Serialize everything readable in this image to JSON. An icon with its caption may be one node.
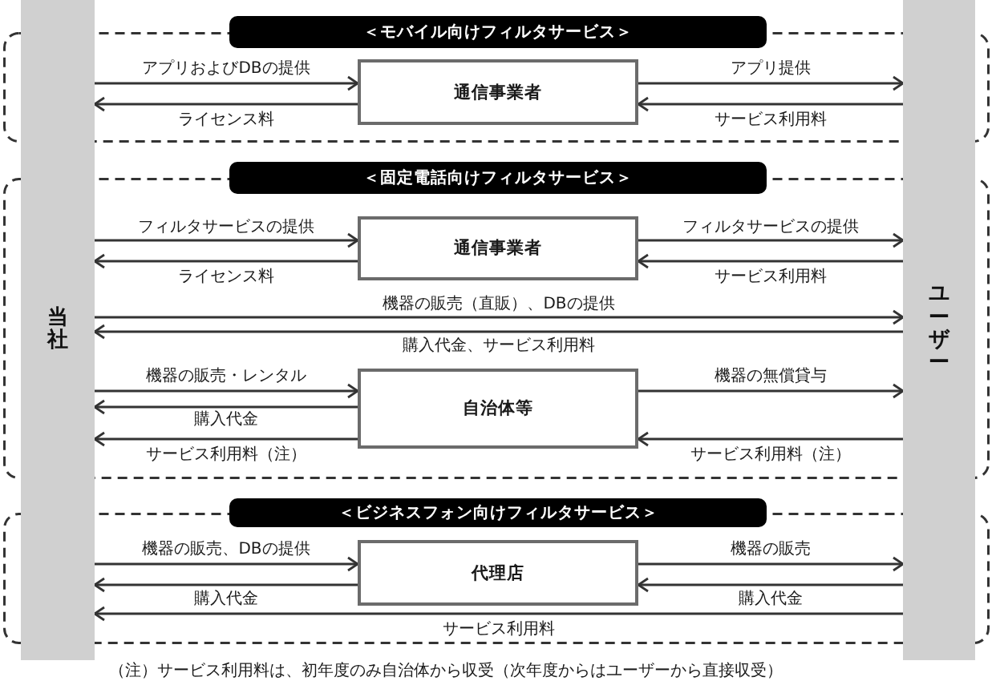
{
  "diagram": {
    "nodes": [
      {
        "text": [
          "当社"
        ]
      },
      {
        "text": [
          "＜モバイル向けフィルタサービス＞"
        ]
      },
      {
        "text": [
          "通信事業者"
        ],
        "in": 1
      },
      {
        "text": [
          "＜固定電話向けフィルタサービス＞"
        ]
      },
      {
        "text": [
          "通信事業者"
        ],
        "in": 3
      },
      {
        "text": [
          "自治体等"
        ],
        "in": 3
      },
      {
        "text": [
          "＜ビジネスフォン向けフィルタサービス＞"
        ]
      },
      {
        "text": [
          "代理店"
        ],
        "in": 6
      },
      {
        "text": [
          "ユーザー"
        ]
      }
    ],
    "edges": [
      {
        "from": 0,
        "to": 2,
        "arrow": "to",
        "label": "アプリおよびDBの提供"
      },
      {
        "from": 2,
        "to": 0,
        "arrow": "to",
        "label": "ライセンス料"
      },
      {
        "from": 2,
        "to": 8,
        "arrow": "to",
        "label": "アプリ提供"
      },
      {
        "from": 8,
        "to": 2,
        "arrow": "to",
        "label": "サービス利用料"
      },
      {
        "from": 0,
        "to": 4,
        "arrow": "to",
        "label": "フィルタサービスの提供"
      },
      {
        "from": 4,
        "to": 0,
        "arrow": "to",
        "label": "ライセンス料"
      },
      {
        "from": 4,
        "to": 8,
        "arrow": "to",
        "label": "フィルタサービスの提供"
      },
      {
        "from": 8,
        "to": 4,
        "arrow": "to",
        "label": "サービス利用料"
      },
      {
        "from": 0,
        "to": 8,
        "arrow": "to",
        "label": "機器の販売（直販）、DBの提供"
      },
      {
        "from": 8,
        "to": 0,
        "arrow": "to",
        "label": "購入代金、サービス利用料"
      },
      {
        "from": 0,
        "to": 5,
        "arrow": "to",
        "label": "機器の販売・レンタル"
      },
      {
        "from": 5,
        "to": 0,
        "arrow": "to",
        "label": "購入代金"
      },
      {
        "from": 5,
        "to": 0,
        "arrow": "to",
        "label": "サービス利用料（注）"
      },
      {
        "from": 5,
        "to": 8,
        "arrow": "to",
        "label": "機器の無償貸与"
      },
      {
        "from": 8,
        "to": 5,
        "arrow": "to",
        "label": "サービス利用料（注）"
      },
      {
        "from": 0,
        "to": 7,
        "arrow": "to",
        "label": "機器の販売、DBの提供"
      },
      {
        "from": 7,
        "to": 0,
        "arrow": "to",
        "label": "購入代金"
      },
      {
        "from": 7,
        "to": 8,
        "arrow": "to",
        "label": "機器の販売"
      },
      {
        "from": 8,
        "to": 7,
        "arrow": "to",
        "label": "購入代金"
      },
      {
        "from": 8,
        "to": 0,
        "arrow": "to",
        "label": "サービス利用料"
      }
    ],
    "labels": [
      "（注）サービス利用料は、初年度のみ自治体から収受（次年度からはユーザーから直接収受）"
    ]
  }
}
